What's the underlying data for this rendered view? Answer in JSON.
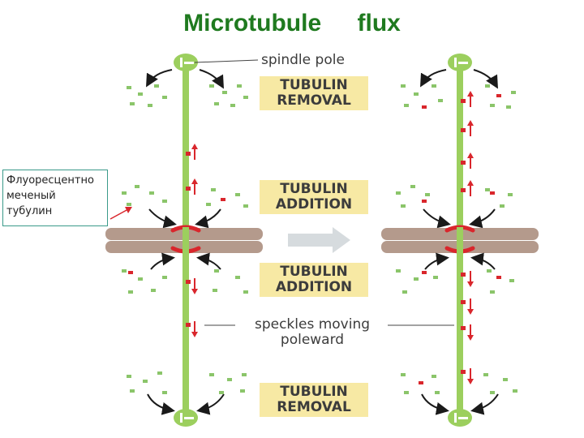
{
  "title": {
    "word1": "Microtubule",
    "word2": "flux"
  },
  "callout": {
    "lines": [
      "Флуоресцентно",
      "меченый",
      "тубулин"
    ]
  },
  "labels": {
    "spindle_pole": "spindle pole",
    "speckles_line1": "speckles moving",
    "speckles_line2": "poleward"
  },
  "boxes": [
    {
      "line1": "TUBULIN",
      "line2": "REMOVAL"
    },
    {
      "line1": "TUBULIN",
      "line2": "ADDITION"
    },
    {
      "line1": "TUBULIN",
      "line2": "ADDITION"
    },
    {
      "line1": "TUBULIN",
      "line2": "REMOVAL"
    }
  ],
  "colors": {
    "title": "#1f7a1f",
    "microtubule": "#9ccf5e",
    "speckle_green": "#8bc56a",
    "speckle_red": "#d9262c",
    "chromosome": "#b49a8c",
    "box_fill": "#f7e9a4",
    "process_arrow": "#d6dbde"
  }
}
